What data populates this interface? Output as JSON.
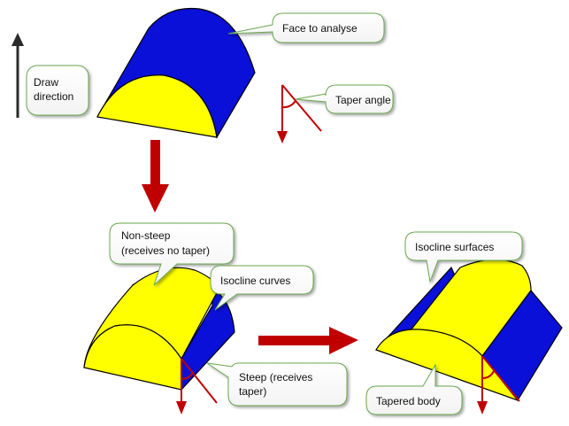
{
  "colors": {
    "face_blue": "#0a10d8",
    "face_yellow": "#ffff00",
    "arrow_red": "#c00000",
    "callout_border": "#6aa84f",
    "draw_arrow": "#2a2a2a"
  },
  "callouts": {
    "draw_direction": [
      "Draw",
      "direction"
    ],
    "face_to_analyse": [
      "Face to analyse"
    ],
    "taper_angle": [
      "Taper angle"
    ],
    "non_steep": [
      "Non-steep",
      "(receives no taper)"
    ],
    "isocline_curves": [
      "Isocline curves"
    ],
    "steep": [
      "Steep (receives",
      "taper)"
    ],
    "isocline_surfaces": [
      "Isocline surfaces"
    ],
    "tapered_body": [
      "Tapered body"
    ]
  },
  "icons": {
    "draw_direction_arrow": "up-arrow-icon",
    "process_down_arrow": "down-arrow-icon",
    "process_right_arrow": "right-arrow-icon"
  }
}
